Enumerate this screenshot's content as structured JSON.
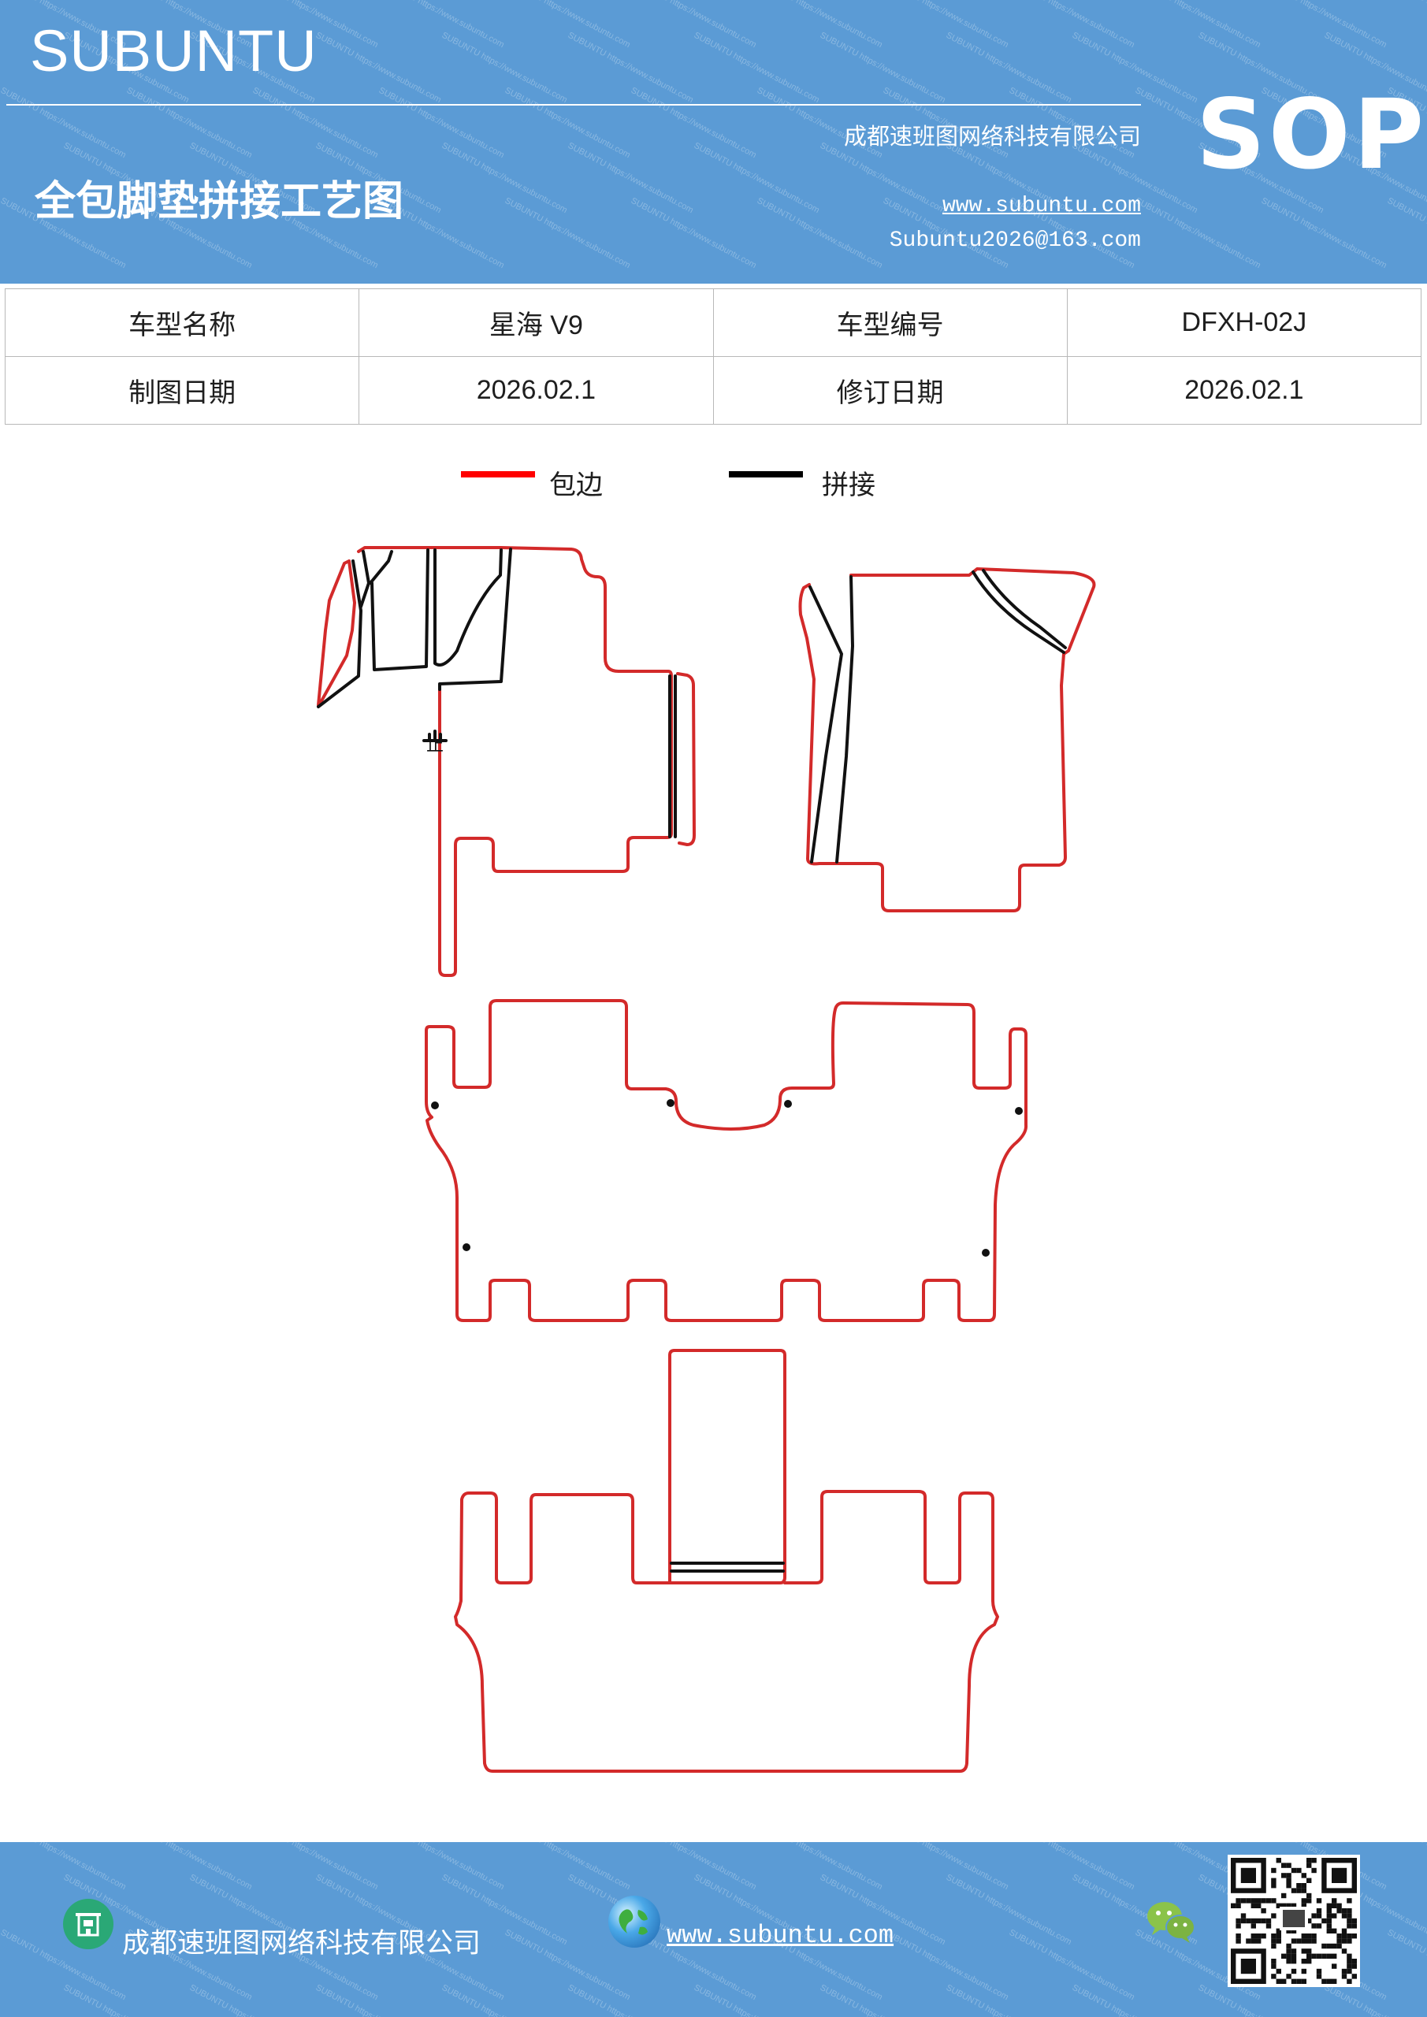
{
  "header": {
    "brand": "SUBUNTU",
    "company": "成都速班图网络科技有限公司",
    "title": "全包脚垫拼接工艺图",
    "website": "www.subuntu.com",
    "email": "Subuntu2026@163.com",
    "badge": "SOP",
    "watermark": "SUBUNTU https://www.subuntu.com"
  },
  "info_table": {
    "rows": [
      [
        {
          "label": "车型名称",
          "value": "星海 V9"
        },
        {
          "label": "车型编号",
          "value": "DFXH-02J"
        }
      ],
      [
        {
          "label": "制图日期",
          "value": "2026.02.1"
        },
        {
          "label": "修订日期",
          "value": "2026.02.1"
        }
      ]
    ]
  },
  "legend": {
    "items": [
      {
        "label": "包边",
        "color": "#ff0000"
      },
      {
        "label": "拼接",
        "color": "#000000"
      }
    ]
  },
  "diagram": {
    "colors": {
      "edge": "#d32a2a",
      "seam": "#111111"
    },
    "marker_text": "止"
  },
  "footer": {
    "company": "成都速班图网络科技有限公司",
    "website": "www.subuntu.com",
    "icons": [
      "building-icon",
      "globe-icon",
      "wechat-icon",
      "qr-code"
    ]
  }
}
